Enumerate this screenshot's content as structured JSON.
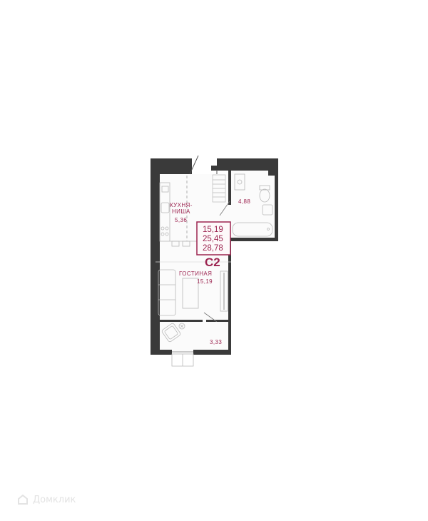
{
  "plan": {
    "unit_code": "С2",
    "areas": {
      "living": "15,19",
      "total_living": "25,45",
      "total": "28,78"
    },
    "rooms": {
      "kitchen_line1": "КУХНЯ-",
      "kitchen_line2": "НИША",
      "kitchen_area": "5,36",
      "living_name": "ГОСТИНАЯ",
      "living_area": "15,19",
      "bathroom_area": "4,88",
      "balcony_area": "3,33"
    },
    "colors": {
      "wall": "#3a3a3a",
      "accent": "#9c2450",
      "furniture": "#b9b9b9"
    }
  },
  "watermark": {
    "text": "Домклик"
  }
}
